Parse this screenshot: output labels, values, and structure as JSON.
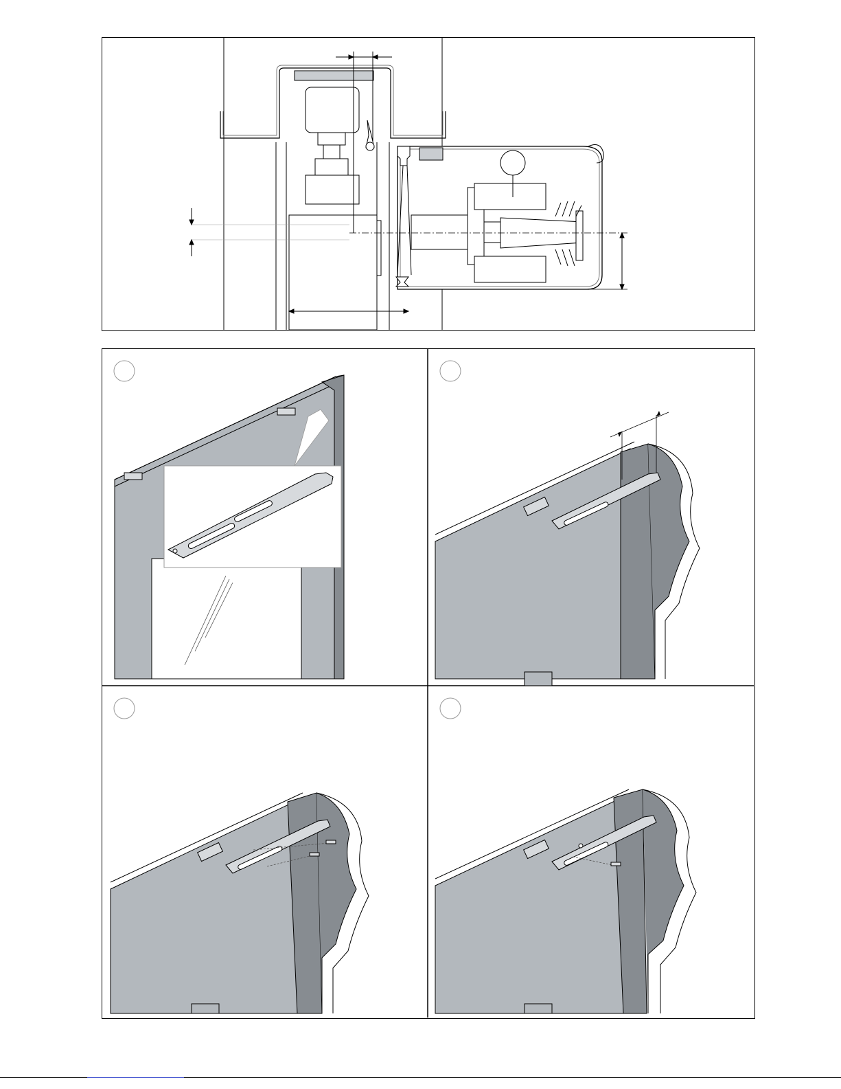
{
  "document": {
    "type": "installation-instruction-sheet",
    "panels": [
      {
        "id": "cross-section",
        "callout": ""
      },
      {
        "id": "step-1",
        "callout": ""
      },
      {
        "id": "step-2",
        "callout": ""
      },
      {
        "id": "step-3",
        "callout": ""
      },
      {
        "id": "step-4",
        "callout": ""
      }
    ]
  },
  "colors": {
    "line": "#000000",
    "door_face": "#b3b8bd",
    "frame_dark": "#878c91",
    "profile_gray": "#c9cdd1",
    "rail_metal": "#d7dadd",
    "footer_link": "#3344cc"
  },
  "icons": {
    "step_marker": "circle-outline-icon",
    "screw": "screw-icon",
    "mounting_rail": "mounting-rail-icon"
  }
}
